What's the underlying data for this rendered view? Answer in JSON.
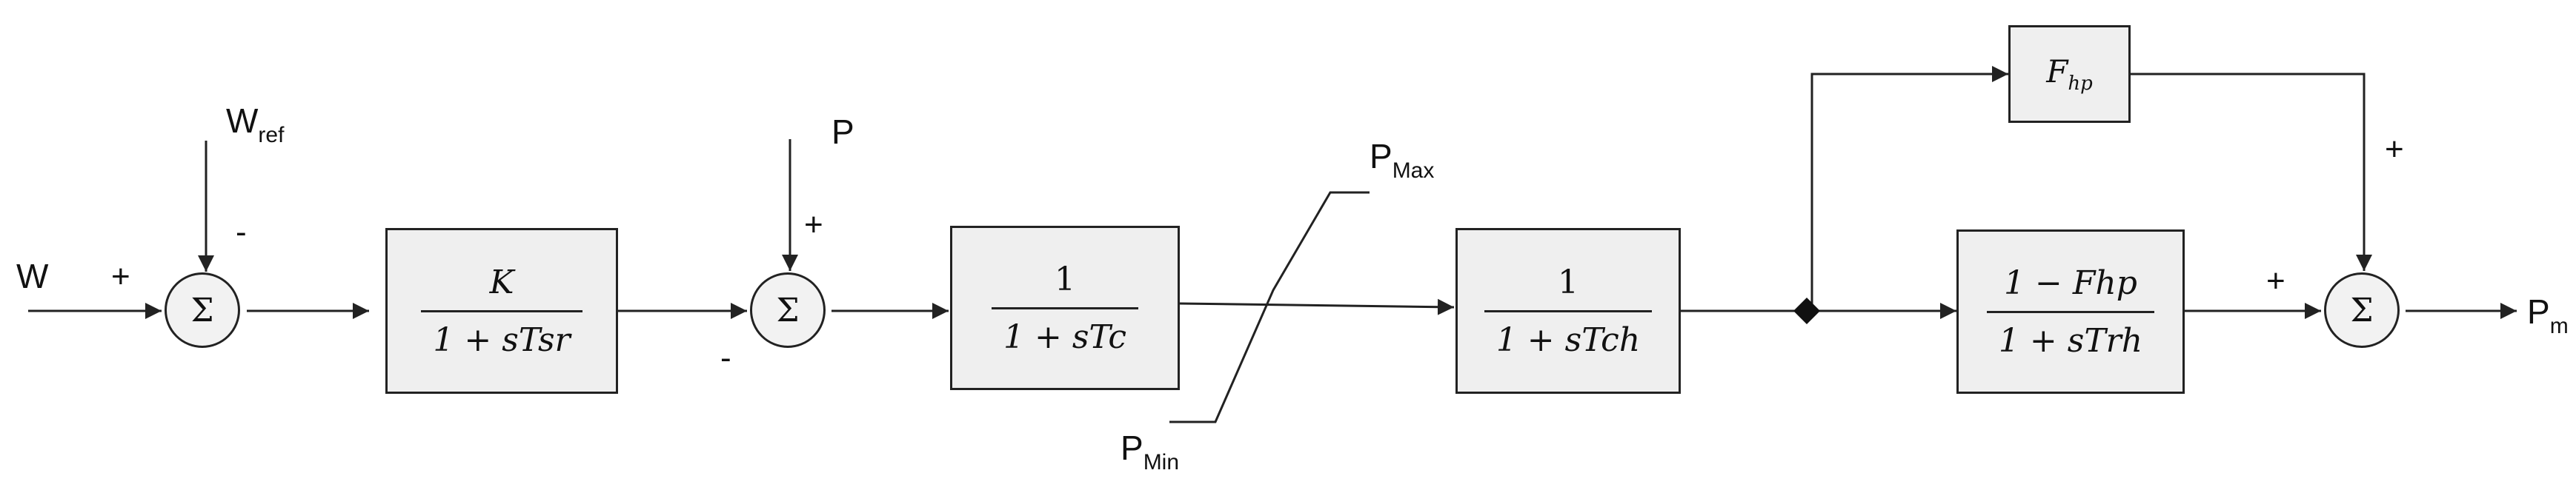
{
  "labels": {
    "input": "W",
    "reference": "W",
    "reference_sub": "ref",
    "power": "P",
    "pmax": "P",
    "pmax_sub": "Max",
    "pmin": "P",
    "pmin_sub": "Min",
    "output": "P",
    "output_sub": "m"
  },
  "summers": {
    "symbol": "Σ"
  },
  "signs": {
    "s1_input": "+",
    "s1_ref": "-",
    "s2_power": "+",
    "s2_feed": "-",
    "s3_lower": "+",
    "s3_upper": "+"
  },
  "blocks": {
    "speed_relay": {
      "num": "K",
      "den": "1 + sTsr"
    },
    "servo": {
      "num": "1",
      "den": "1 + sTc"
    },
    "steam_chest": {
      "num": "1",
      "den": "1 + sTch"
    },
    "fhp": {
      "text": "F",
      "sub": "hp"
    },
    "reheater": {
      "num": "1 − Fhp",
      "den": "1 + sTrh"
    }
  },
  "colors": {
    "line": "#222222",
    "block_fill": "#efefef"
  }
}
